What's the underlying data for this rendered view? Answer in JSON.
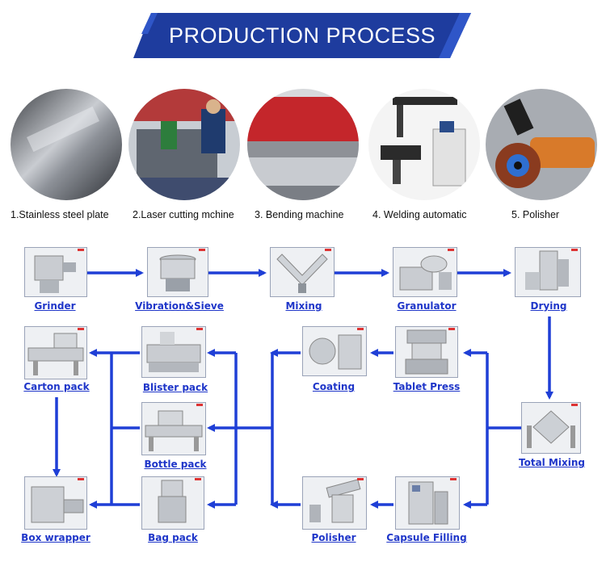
{
  "header": {
    "title": "PRODUCTION PROCESS",
    "color": "#1e3c9e"
  },
  "steps": [
    {
      "caption": "1.Stainless steel plate",
      "icon": "steel-plate-photo"
    },
    {
      "caption": "2.Laser cutting mchine",
      "icon": "laser-cutting-photo"
    },
    {
      "caption": "3. Bending machine",
      "icon": "bending-machine-photo"
    },
    {
      "caption": "4. Welding  automatic",
      "icon": "welding-machine-photo"
    },
    {
      "caption": "5. Polisher",
      "icon": "polisher-photo"
    }
  ],
  "flow": {
    "arrow_color": "#1f3fd6",
    "machines": {
      "grinder": "Grinder",
      "vibration_sieve": "Vibration&Sieve",
      "mixing": "Mixing",
      "granulator": "Granulator",
      "drying": "Drying",
      "carton_pack": "Carton pack",
      "blister_pack": "Blister pack",
      "coating": "Coating",
      "tablet_press": "Tablet Press",
      "bottle_pack": "Bottle pack",
      "total_mixing": "Total Mixing",
      "box_wrapper": "Box wrapper",
      "bag_pack": "Bag pack",
      "polisher": "Polisher",
      "capsule_filling": "Capsule Filling"
    }
  }
}
